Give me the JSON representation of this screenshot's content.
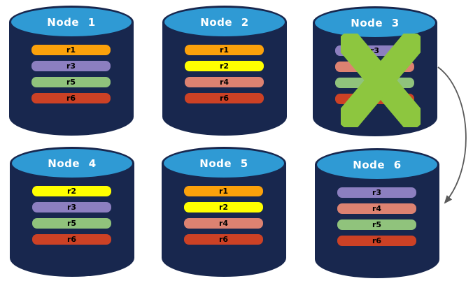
{
  "colors": {
    "background": "#FFFFFF",
    "cylinder_body": "#18274E",
    "cylinder_top": "#2F9AD4",
    "title_text": "#FFFFFF",
    "bar_text": "#000000"
  },
  "replica_palette": {
    "r1": "#FBA10B",
    "r2": "#FFFF00",
    "r3": "#8C7FC0",
    "r4": "#DD8271",
    "r5": "#90C37C",
    "r6": "#CC4125"
  },
  "nodes": [
    {
      "title": "Node 1",
      "failed": false,
      "replicas": [
        {
          "label": "r1",
          "color": "#FBA10B"
        },
        {
          "label": "r3",
          "color": "#8C7FC0"
        },
        {
          "label": "r5",
          "color": "#90C37C"
        },
        {
          "label": "r6",
          "color": "#CC4125"
        }
      ]
    },
    {
      "title": "Node 2",
      "failed": false,
      "replicas": [
        {
          "label": "r1",
          "color": "#FBA10B"
        },
        {
          "label": "r2",
          "color": "#FFFF00"
        },
        {
          "label": "r4",
          "color": "#DD8271"
        },
        {
          "label": "r6",
          "color": "#CC4125"
        }
      ]
    },
    {
      "title": "Node 3",
      "failed": true,
      "replicas": [
        {
          "label": "r3",
          "color": "#8C7FC0"
        },
        {
          "label": "r4",
          "color": "#DD8271"
        },
        {
          "label": "r5",
          "color": "#90C37C"
        },
        {
          "label": "r6",
          "color": "#CC4125"
        }
      ]
    },
    {
      "title": "Node 4",
      "failed": false,
      "replicas": [
        {
          "label": "r2",
          "color": "#FFFF00"
        },
        {
          "label": "r3",
          "color": "#8C7FC0"
        },
        {
          "label": "r5",
          "color": "#90C37C"
        },
        {
          "label": "r6",
          "color": "#CC4125"
        }
      ]
    },
    {
      "title": "Node 5",
      "failed": false,
      "replicas": [
        {
          "label": "r1",
          "color": "#FBA10B"
        },
        {
          "label": "r2",
          "color": "#FFFF00"
        },
        {
          "label": "r4",
          "color": "#DD8271"
        },
        {
          "label": "r6",
          "color": "#CC4125"
        }
      ]
    },
    {
      "title": "Node 6",
      "failed": false,
      "replicas": [
        {
          "label": "r3",
          "color": "#8C7FC0"
        },
        {
          "label": "r4",
          "color": "#DD8271"
        },
        {
          "label": "r5",
          "color": "#90C37C"
        },
        {
          "label": "r6",
          "color": "#CC4125"
        }
      ]
    }
  ],
  "failure_x": {
    "node": "Node 3",
    "color": "#8DC63F"
  },
  "arrow": {
    "from": "Node 3",
    "to": "Node 6",
    "color": "#595959"
  }
}
